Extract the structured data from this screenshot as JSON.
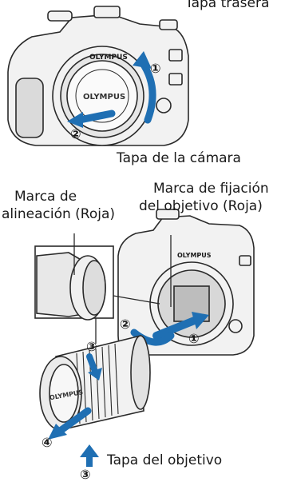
{
  "labels": {
    "rear_cap": "Tapa trasera",
    "body_cap": "Tapa de la cámara",
    "alignment_mark_l1": "Marca de",
    "alignment_mark_l2": "alineación (Roja)",
    "lens_mark_l1": "Marca de fijación",
    "lens_mark_l2": "del objetivo (Roja)",
    "lens_cap": "Tapa del objetivo"
  },
  "steps": {
    "top_1": "①",
    "top_2": "②",
    "mid_2": "②",
    "mid_1": "①",
    "lens_3": "③",
    "cap_4": "④",
    "bottom_3": "③"
  },
  "brand": {
    "camera_top": "OLYMPUS",
    "body_cap": "OLYMPUS",
    "camera_bottom": "OLYMPUS",
    "lens_cap": "OLYMPUS"
  },
  "colors": {
    "arrow_blue": "#1f6fb3",
    "arrow_light": "#4a90c9",
    "line": "#2a2a2a"
  }
}
